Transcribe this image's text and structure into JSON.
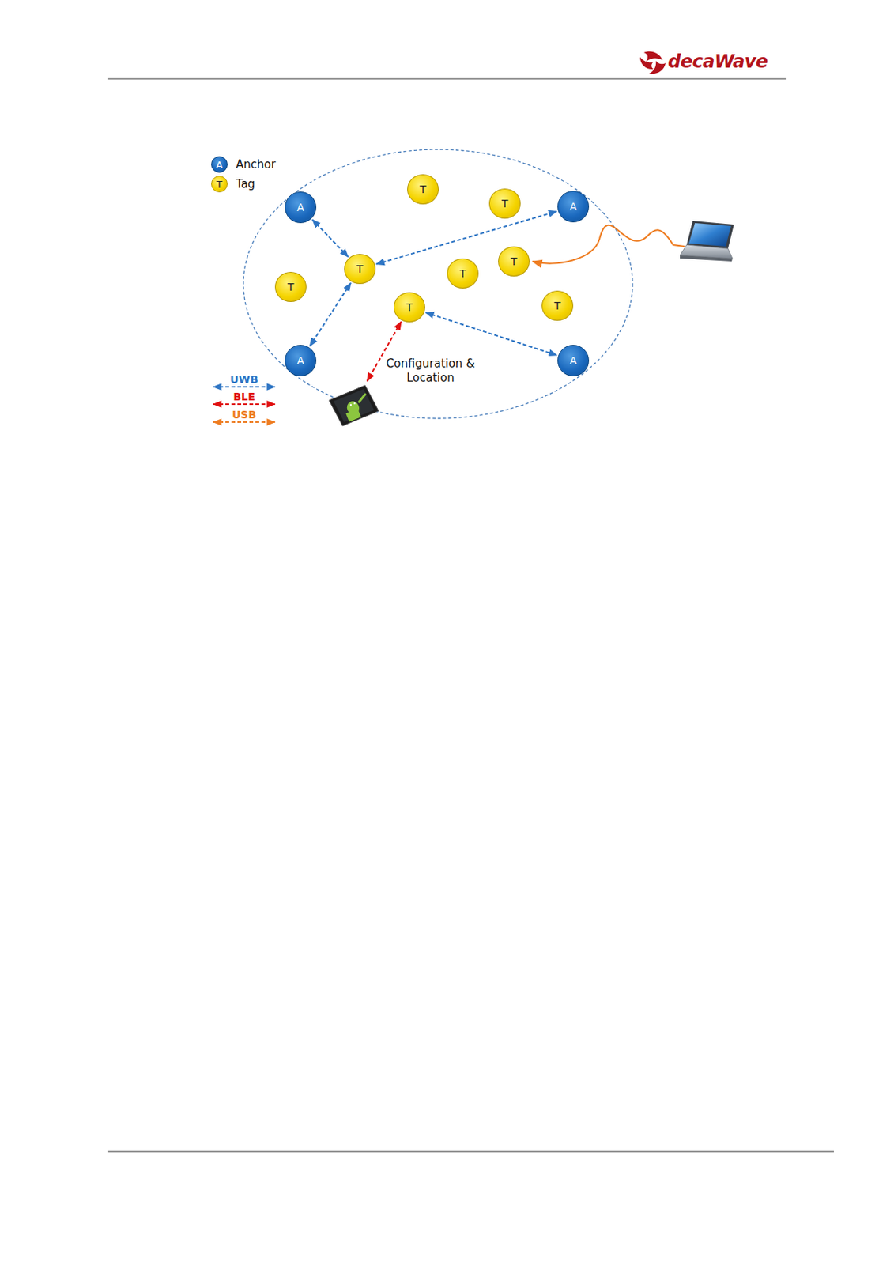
{
  "diagram": {
    "nodes": [
      {
        "text": [
          "T"
        ]
      },
      {
        "text": [
          "T"
        ]
      },
      {
        "text": [
          "A"
        ]
      },
      {
        "text": [
          "A"
        ]
      },
      {
        "text": [
          "T"
        ]
      },
      {
        "text": [
          "T"
        ]
      },
      {
        "text": [
          "T"
        ]
      },
      {
        "text": [
          "T"
        ]
      },
      {
        "text": [
          "T"
        ]
      },
      {
        "text": [
          "T"
        ]
      },
      {
        "text": [
          "A"
        ]
      },
      {
        "text": [
          "A"
        ]
      },
      {
        "text": [
          "Configuration & Location"
        ]
      }
    ],
    "edges": [
      {
        "from": 5,
        "to": 2,
        "arrow": "both"
      },
      {
        "from": 5,
        "to": 3,
        "arrow": "both"
      },
      {
        "from": 5,
        "to": 10,
        "arrow": "both"
      },
      {
        "from": 9,
        "to": 11,
        "arrow": "both"
      },
      {
        "from": 9,
        "to": 12,
        "arrow": "both"
      }
    ],
    "labels": [
      "decaWave",
      "A",
      "T"
    ],
    "legend": [
      {
        "text": "Anchor"
      },
      {
        "text": "Tag"
      },
      {
        "text": "UWB"
      },
      {
        "text": "BLE"
      },
      {
        "text": "USB"
      }
    ]
  }
}
